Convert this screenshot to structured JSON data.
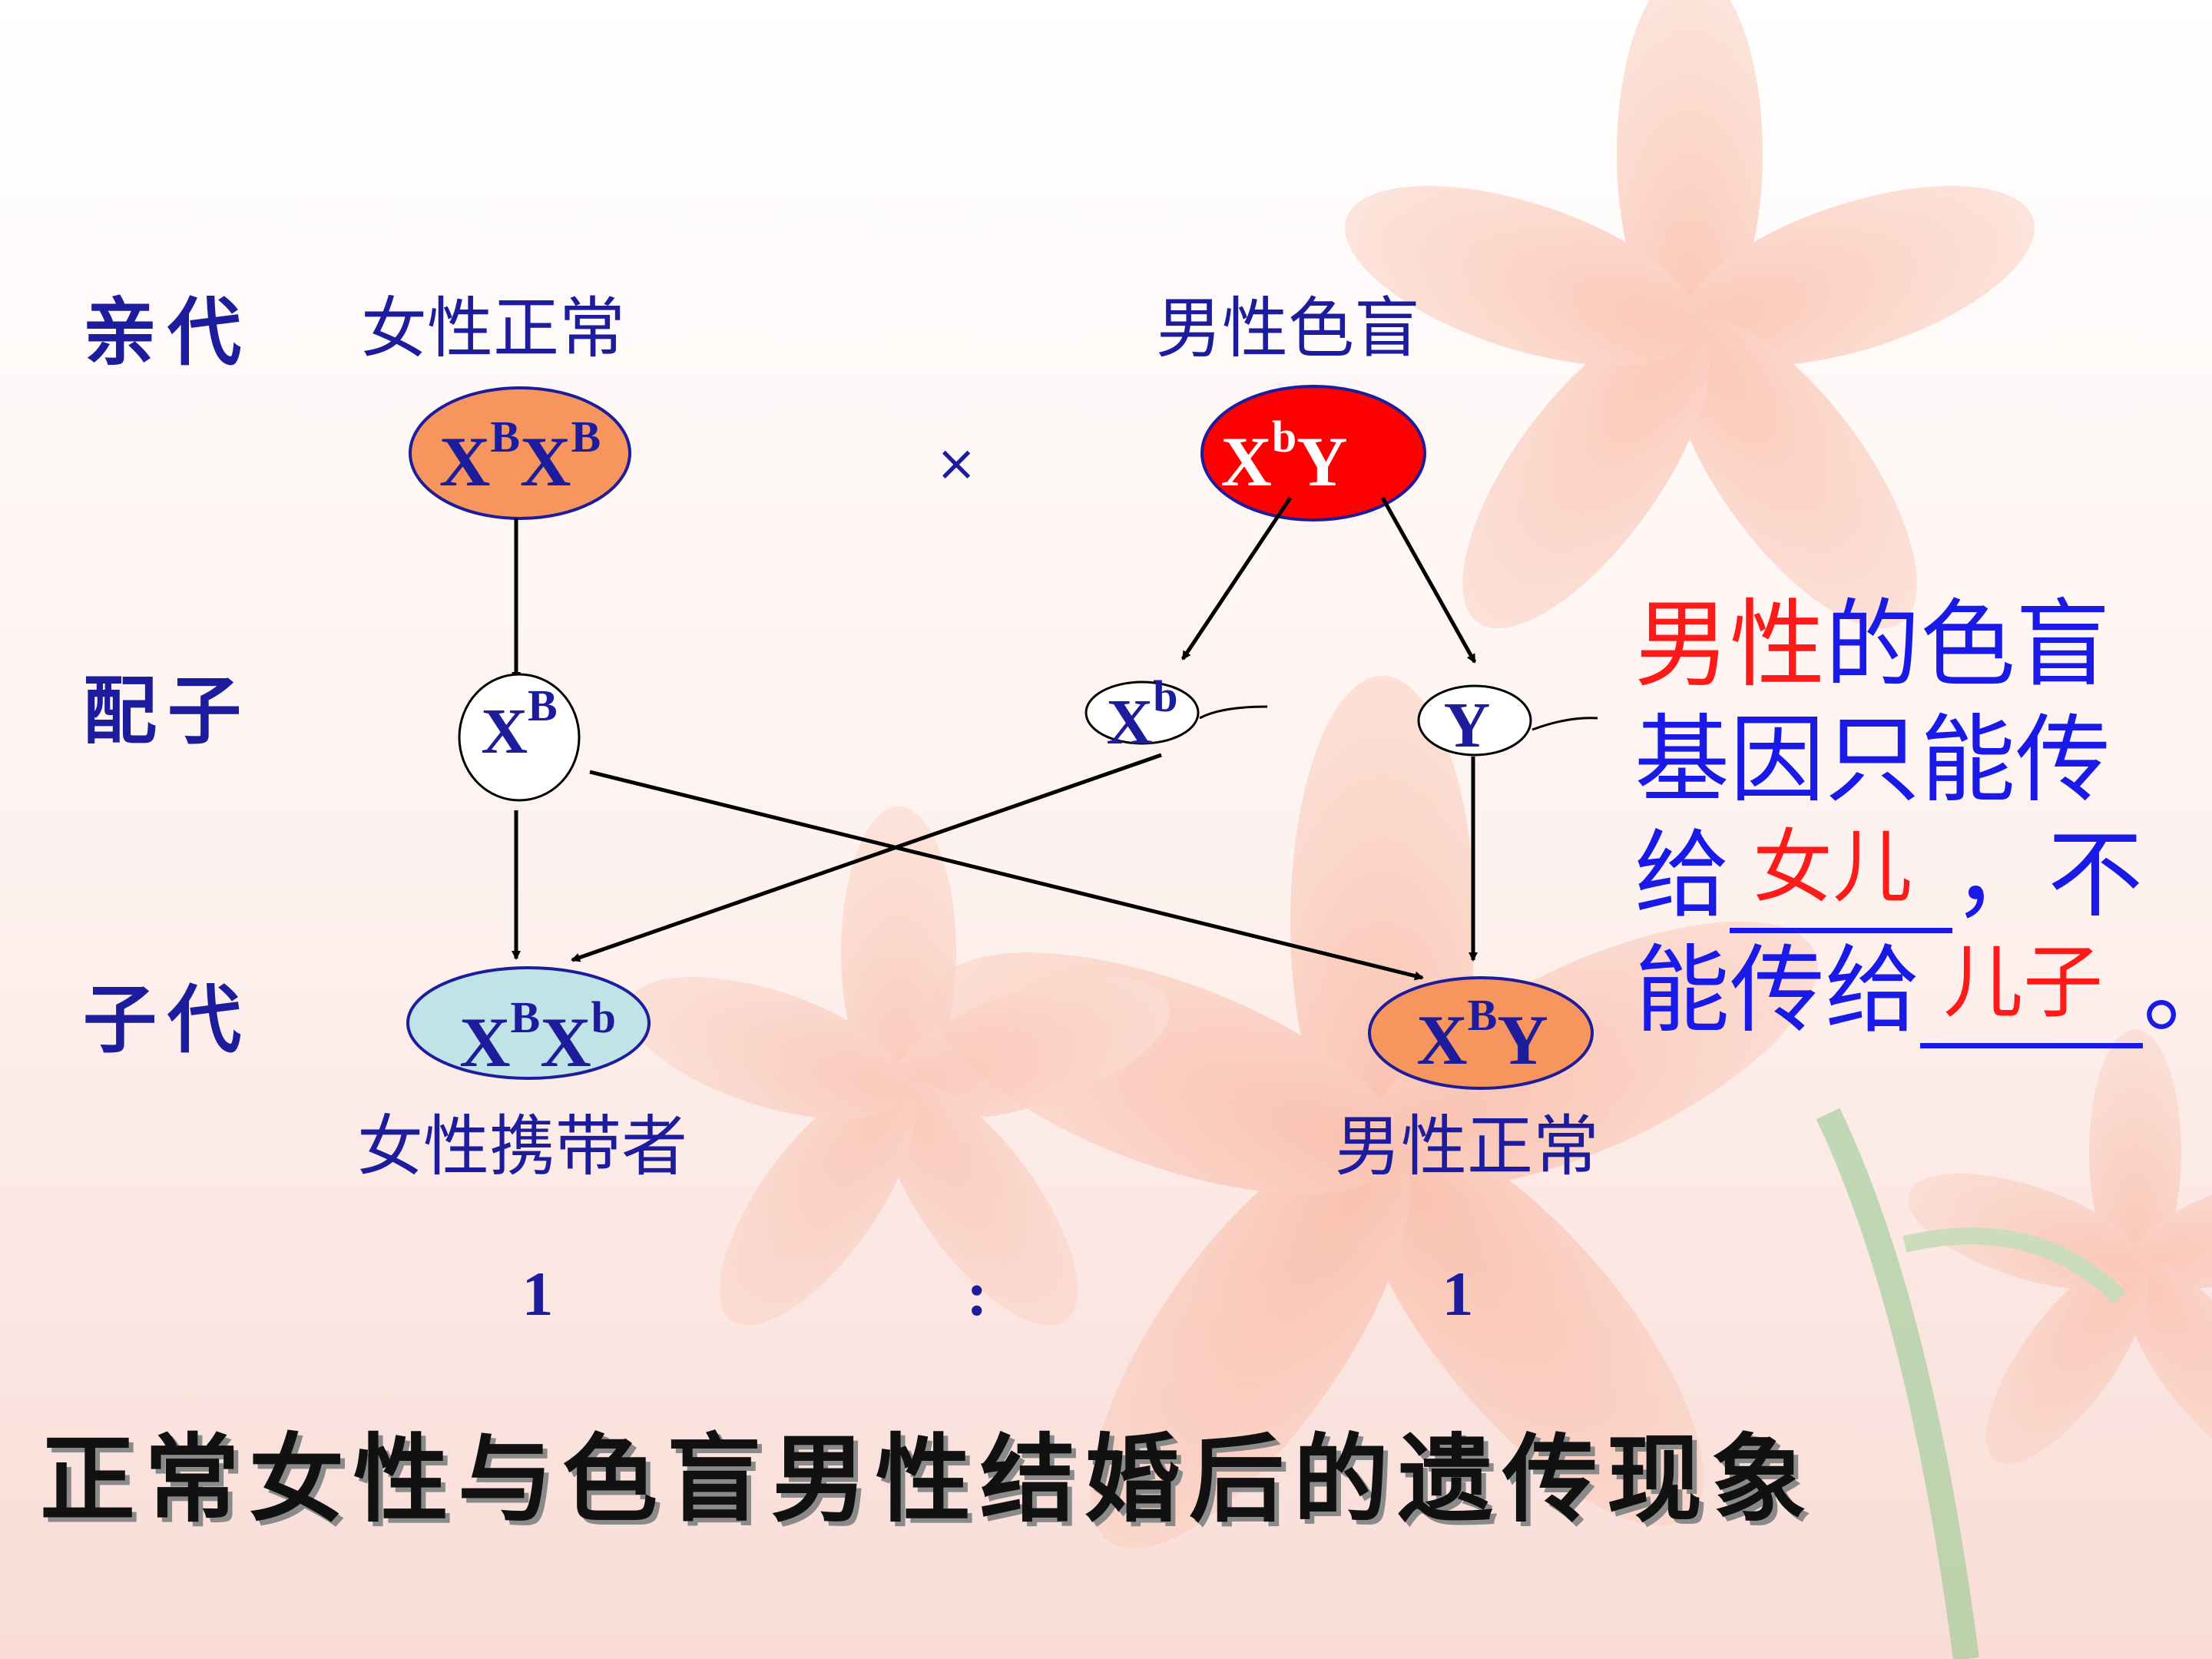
{
  "rows": {
    "parents": "亲代",
    "gametes": "配子",
    "offspring": "子代"
  },
  "parents": {
    "female": {
      "phenotype": "女性正常",
      "genotype": {
        "base1": "X",
        "sup1": "B",
        "base2": "X",
        "sup2": "B"
      }
    },
    "cross": "×",
    "male": {
      "phenotype": "男性色盲",
      "genotype": {
        "base1": "X",
        "sup1": "b",
        "base2": "Y"
      }
    }
  },
  "gametes": {
    "female": {
      "base": "X",
      "sup": "B"
    },
    "male_x": {
      "base": "X",
      "sup": "b"
    },
    "male_y": {
      "base": "Y"
    }
  },
  "offspring": {
    "daughter": {
      "phenotype": "女性携带者",
      "genotype": {
        "base1": "X",
        "sup1": "B",
        "base2": "X",
        "sup2": "b"
      }
    },
    "son": {
      "phenotype": "男性正常",
      "genotype": {
        "base1": "X",
        "sup1": "B",
        "base2": "Y"
      }
    }
  },
  "ratio": {
    "left": "1",
    "sep": ":",
    "right": "1"
  },
  "note": {
    "part1_red": "男性",
    "part1_blue": "的色盲",
    "line2": "基因只能传",
    "line3_start": "给",
    "answer1": "女儿",
    "line3_end": "，不",
    "line4_start": "能传给",
    "answer2": "儿子",
    "line4_end": "。"
  },
  "title": "正常女性与色盲男性结婚后的遗传现象",
  "colors": {
    "text_blue": "#1c1c9c",
    "note_blue": "#1a1ae8",
    "red": "#ff1a1a",
    "female_parent_fill": "#f7955f",
    "male_parent_fill": "#ff0000",
    "daughter_fill": "#bfe3e6",
    "son_fill": "#f7955f"
  }
}
